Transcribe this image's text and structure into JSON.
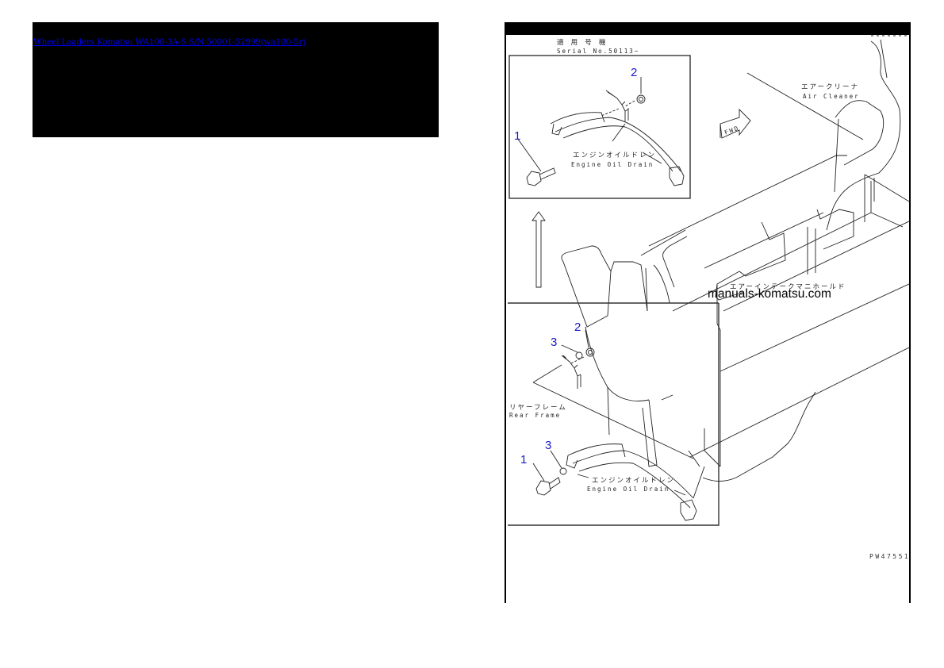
{
  "left_panel": {
    "link_text": "Wheel Loaders Komatsu WA100-3A-S S/N 50001-52999(wa100-5r)",
    "background": "#000000",
    "link_color": "#0000ee"
  },
  "diagram": {
    "serial_jp": "適 用 号 機",
    "serial_en": "Serial No.50113~",
    "top_inset": {
      "callouts": [
        "1",
        "2"
      ],
      "label_jp": "エンジンオイルドレン",
      "label_en": "Engine Oil Drain"
    },
    "air_cleaner_jp": "エアークリーナ",
    "air_cleaner_en": "Air Cleaner",
    "fwd_label": "FWD",
    "intake_manifold_jp": "エアーインテークマニホールド",
    "watermark": "manuals-komatsu.com",
    "bottom_inset": {
      "callouts": [
        "2",
        "3",
        "3",
        "1"
      ],
      "rear_frame_jp": "リヤーフレーム",
      "rear_frame_en": "Rear Frame",
      "label_jp": "エンジンオイルドレン",
      "label_en": "Engine Oil Drain"
    },
    "figure_code": "PW47551",
    "callout_color": "#1a1acc"
  }
}
